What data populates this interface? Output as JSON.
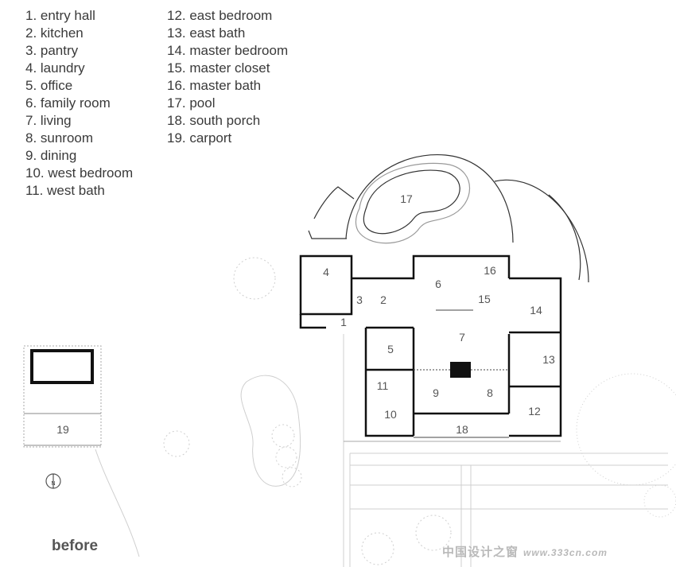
{
  "legend_left": [
    "1. entry hall",
    "2. kitchen",
    "3. pantry",
    "4. laundry",
    "5. office",
    "6. family room",
    "7. living",
    "8. sunroom",
    "9. dining",
    "10. west bedroom",
    "11. west bath"
  ],
  "legend_right": [
    "12. east bedroom",
    "13. east bath",
    "14. master bedroom",
    "15. master closet",
    "16. master bath",
    "17. pool",
    "18. south porch",
    "19. carport"
  ],
  "rooms": {
    "r1": "1",
    "r2": "2",
    "r3": "3",
    "r4": "4",
    "r5": "5",
    "r6": "6",
    "r7": "7",
    "r8": "8",
    "r9": "9",
    "r10": "10",
    "r11": "11",
    "r12": "12",
    "r13": "13",
    "r14": "14",
    "r15": "15",
    "r16": "16",
    "r17": "17",
    "r18": "18",
    "r19": "19"
  },
  "compass_label": "N",
  "caption": "before",
  "watermark": {
    "site": "中国设计之窗",
    "url": "www.333cn.com"
  },
  "colors": {
    "wall": "#111111",
    "line": "#888888",
    "light": "#bdbdbd"
  }
}
